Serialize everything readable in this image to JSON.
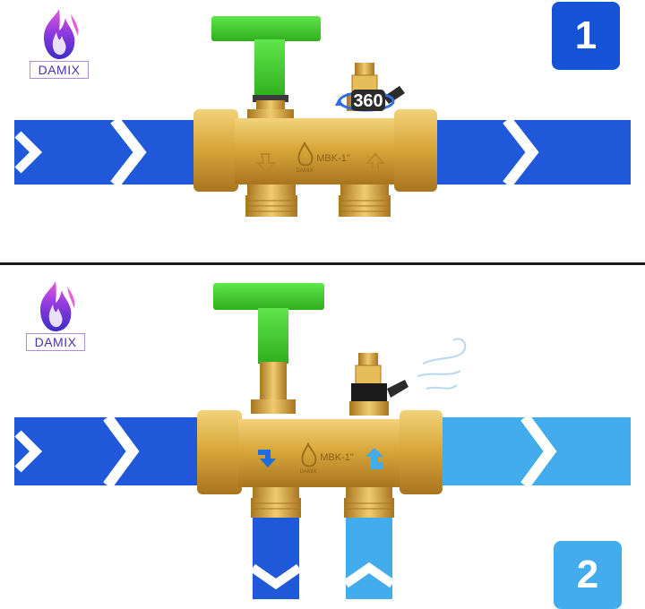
{
  "brand": {
    "name": "DAMIX"
  },
  "colors": {
    "flow_dark": "#1f59d9",
    "flow_light": "#43acec",
    "brass": "#d9a83b",
    "handle_green": "#3fcc2a",
    "badge_1": "#1453d6",
    "badge_2": "#43acec"
  },
  "panels": [
    {
      "step": "1",
      "valve_marking": "MBK-1\"",
      "rotation_label": "360"
    },
    {
      "step": "2",
      "valve_marking": "MBK-1\""
    }
  ]
}
